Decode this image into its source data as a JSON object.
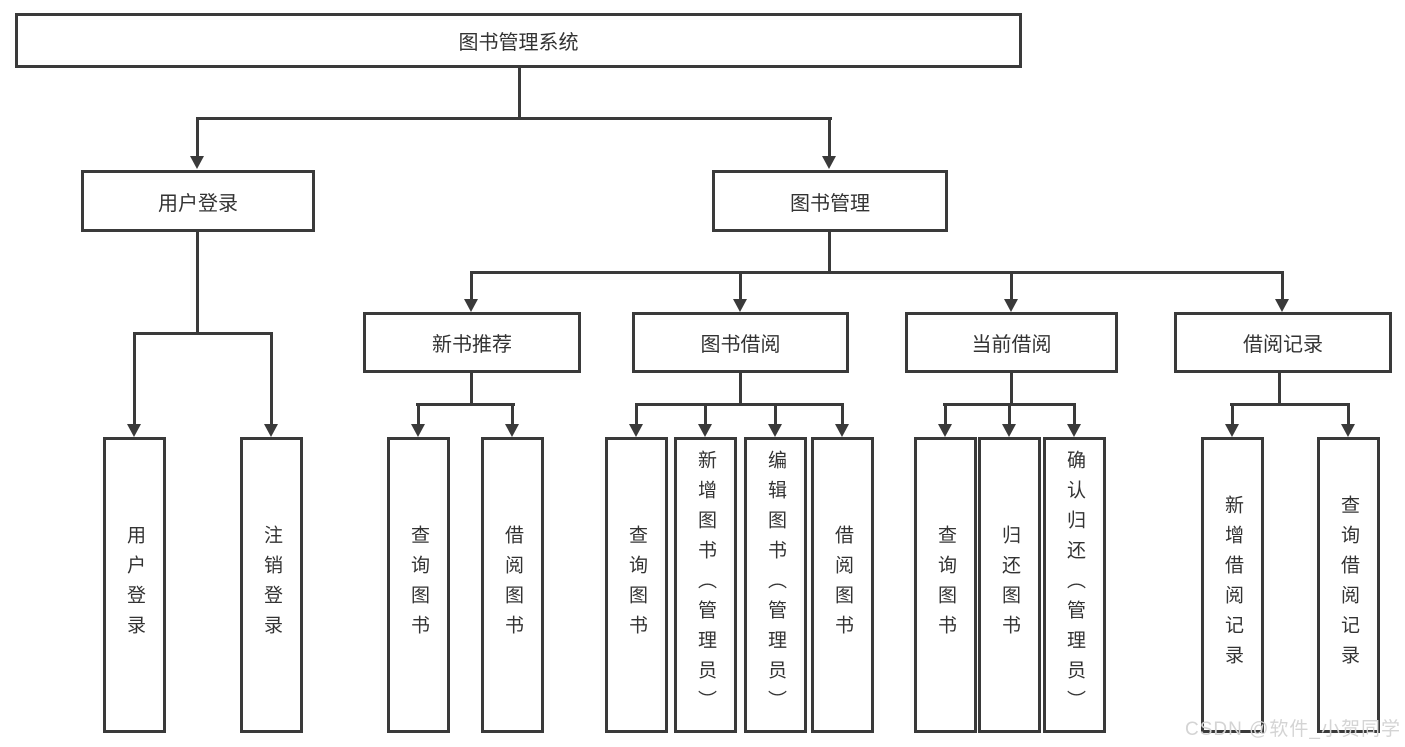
{
  "diagram": {
    "type": "hierarchy-tree",
    "colors": {
      "line": "#3a3a3a",
      "text": "#333333",
      "background": "#ffffff",
      "watermark": "#d4d4d4"
    },
    "nodes": {
      "root": "图书管理系统",
      "level2": [
        "用户登录",
        "图书管理"
      ],
      "level3": [
        "新书推荐",
        "图书借阅",
        "当前借阅",
        "借阅记录"
      ],
      "leaves": [
        "用户登录",
        "注销登录",
        "查询图书",
        "借阅图书",
        "查询图书",
        "新增图书（管理员）",
        "编辑图书（管理员）",
        "借阅图书",
        "查询图书",
        "归还图书",
        "确认归还（管理员）",
        "新增借阅记录",
        "查询借阅记录"
      ]
    },
    "watermark": "CSDN @软件_小贺同学"
  }
}
